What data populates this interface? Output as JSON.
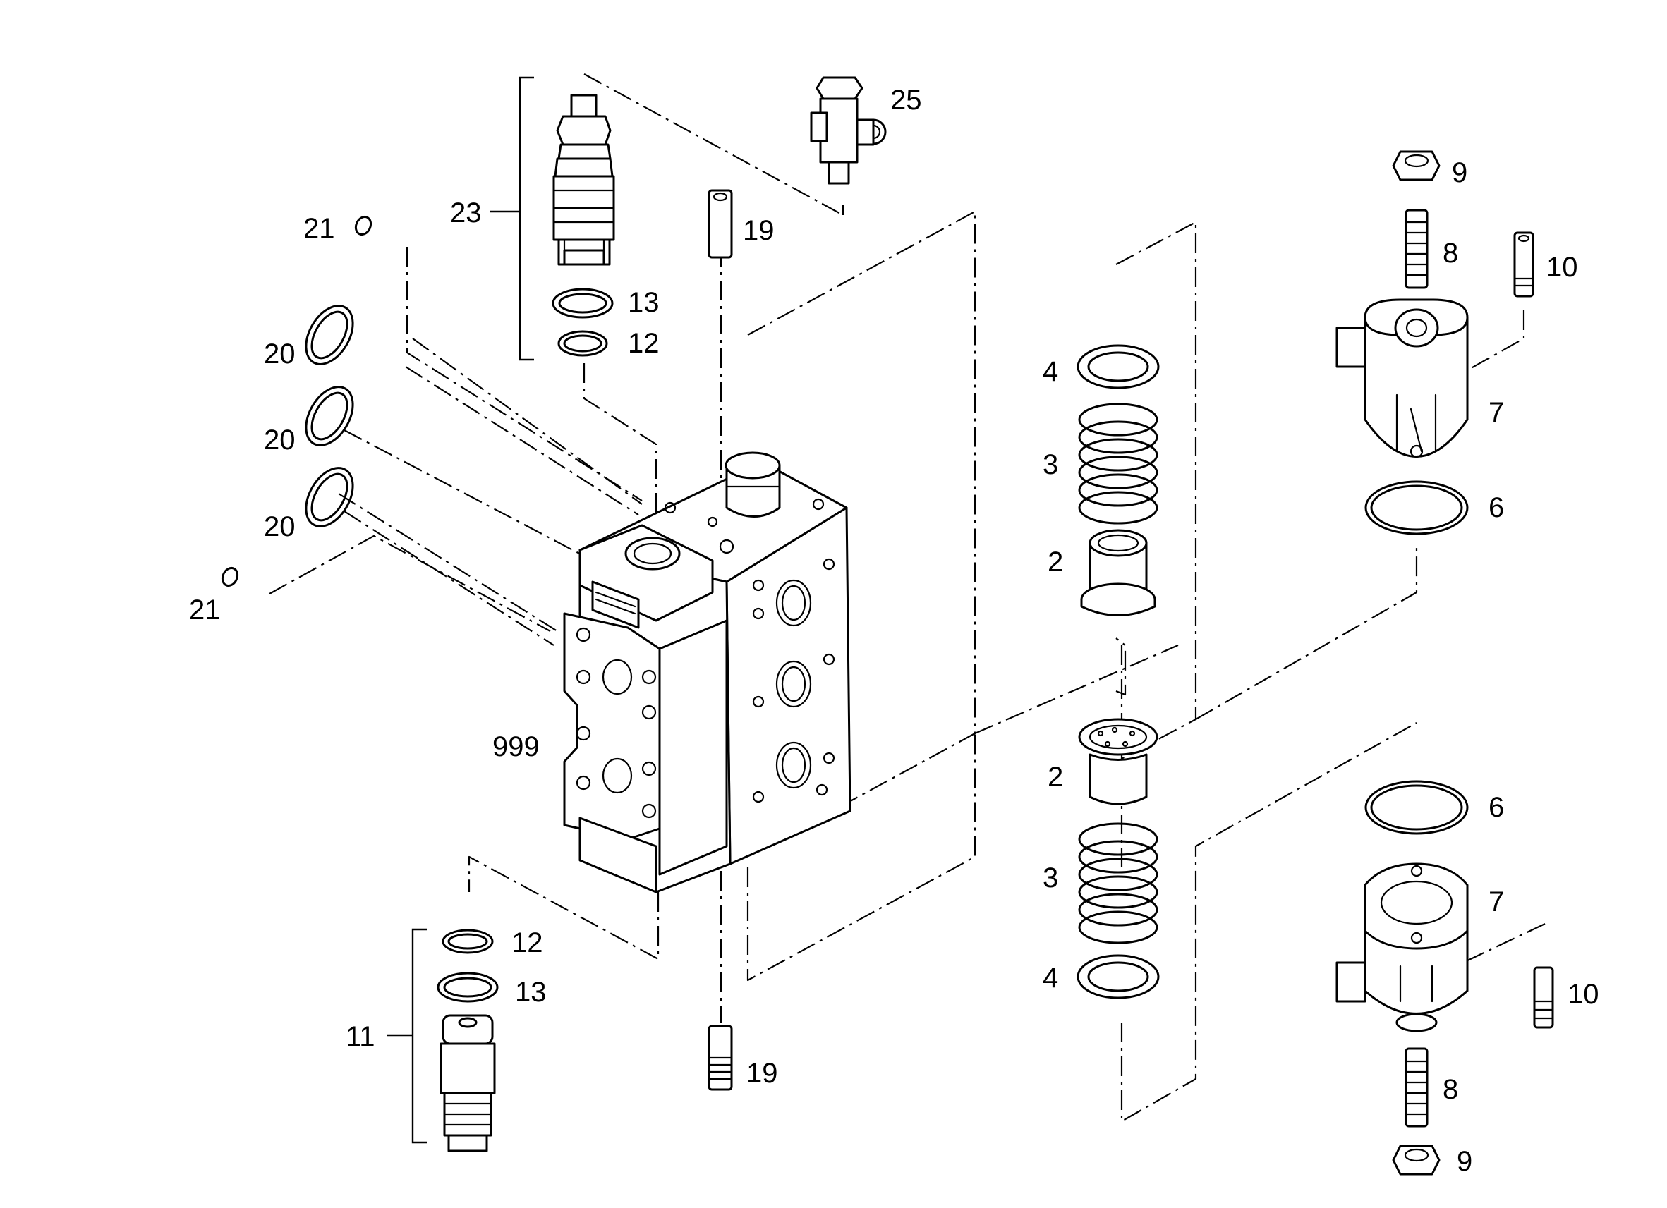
{
  "callouts": {
    "n25": "25",
    "n23": "23",
    "n21a": "21",
    "n21b": "21",
    "n19a": "19",
    "n19b": "19",
    "n20a": "20",
    "n20b": "20",
    "n20c": "20",
    "n13a": "13",
    "n13b": "13",
    "n12a": "12",
    "n12b": "12",
    "n999": "999",
    "n11": "11",
    "n9a": "9",
    "n9b": "9",
    "n8a": "8",
    "n8b": "8",
    "n10a": "10",
    "n10b": "10",
    "n7a": "7",
    "n7b": "7",
    "n6a": "6",
    "n6b": "6",
    "n4a": "4",
    "n4b": "4",
    "n3a": "3",
    "n3b": "3",
    "n2a": "2",
    "n2b": "2"
  }
}
